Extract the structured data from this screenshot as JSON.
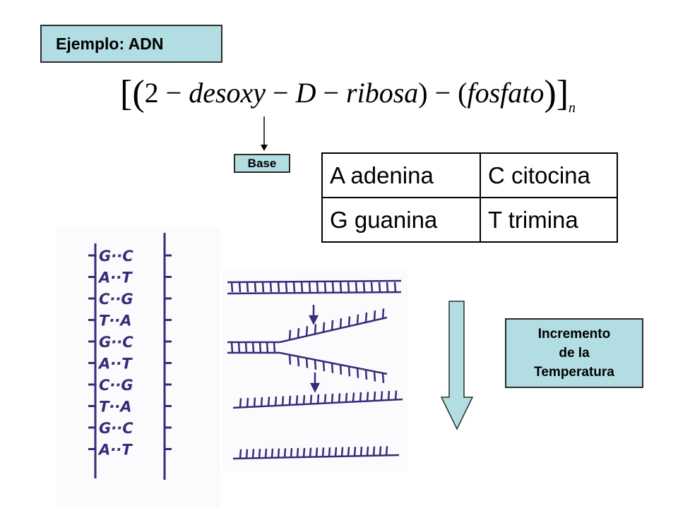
{
  "title": "Ejemplo: ADN",
  "formula": {
    "open": "[(",
    "text1": "2 − ",
    "desoxy": "desoxy",
    "dash1": " − ",
    "D": "D",
    "dash2": " − ",
    "ribosa": "ribosa",
    "mid": ") − (",
    "fosfato": "fosfato",
    "close": ")]",
    "subscript": "n"
  },
  "base_label": "Base",
  "bases_table": [
    [
      "A adenina",
      "C citocina"
    ],
    [
      "G guanina",
      "T trimina"
    ]
  ],
  "temperature_label": "Incremento\nde la\nTemperatura",
  "ladder_pairs": [
    "G··C",
    "A··T",
    "C··G",
    "T··A",
    "G··C",
    "A··T",
    "C··G",
    "T··A",
    "G··C",
    "A··T"
  ],
  "colors": {
    "box_fill": "#b2dde2",
    "ink": "#3a2a7a",
    "arrow_fill": "#b2dde2"
  }
}
